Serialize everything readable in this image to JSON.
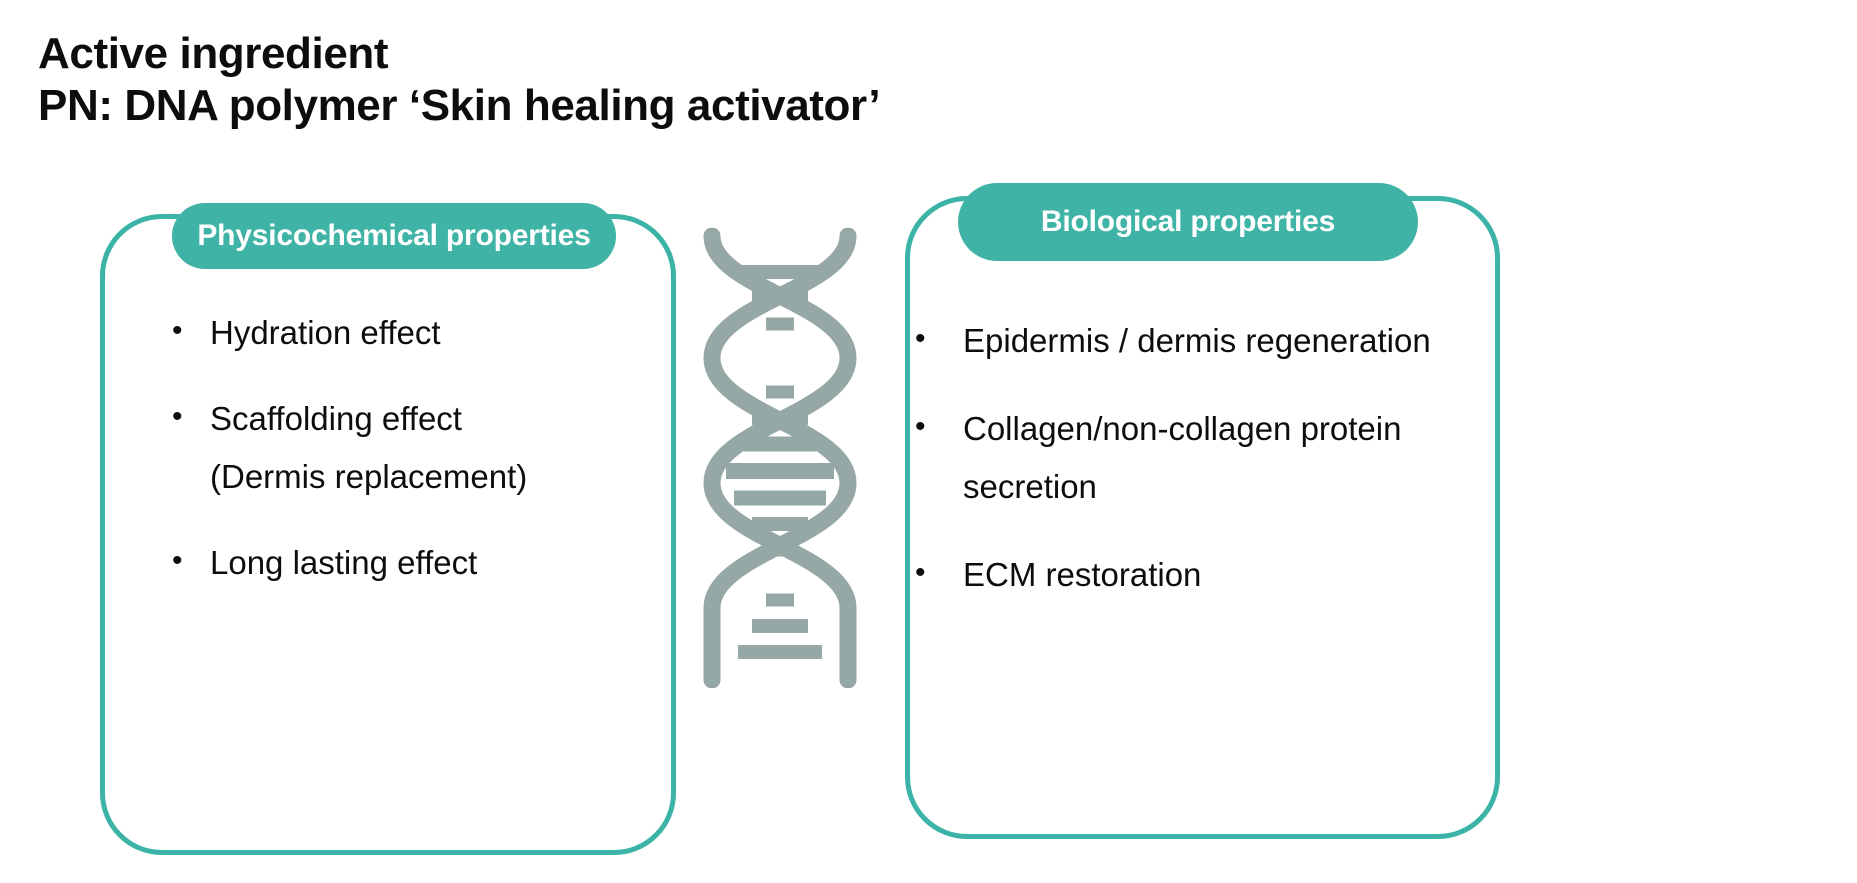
{
  "slide": {
    "background_color": "#ffffff",
    "accent_color": "#3fb3a5",
    "helix_color": "#96a8a5",
    "text_color": "#0d0d0d"
  },
  "title": {
    "line1": "Active ingredient",
    "line2": "PN: DNA polymer ‘Skin healing activator’"
  },
  "left_panel": {
    "header": "Physicochemical properties",
    "bullets": [
      {
        "marker": "•",
        "text": "Hydration effect"
      },
      {
        "marker": "•",
        "text": "Scaffolding effect\n(Dermis replacement)"
      },
      {
        "marker": "•",
        "text": "Long lasting effect"
      }
    ]
  },
  "right_panel": {
    "header": "Biological properties",
    "bullets": [
      {
        "marker": "•",
        "text": "Epidermis / dermis regeneration"
      },
      {
        "marker": "•",
        "text": "Collagen/non-collagen protein\nsecretion"
      },
      {
        "marker": "•",
        "text": "ECM restoration"
      }
    ]
  },
  "graphic": {
    "name": "dna-double-helix-icon",
    "label": "DNA double helix"
  }
}
